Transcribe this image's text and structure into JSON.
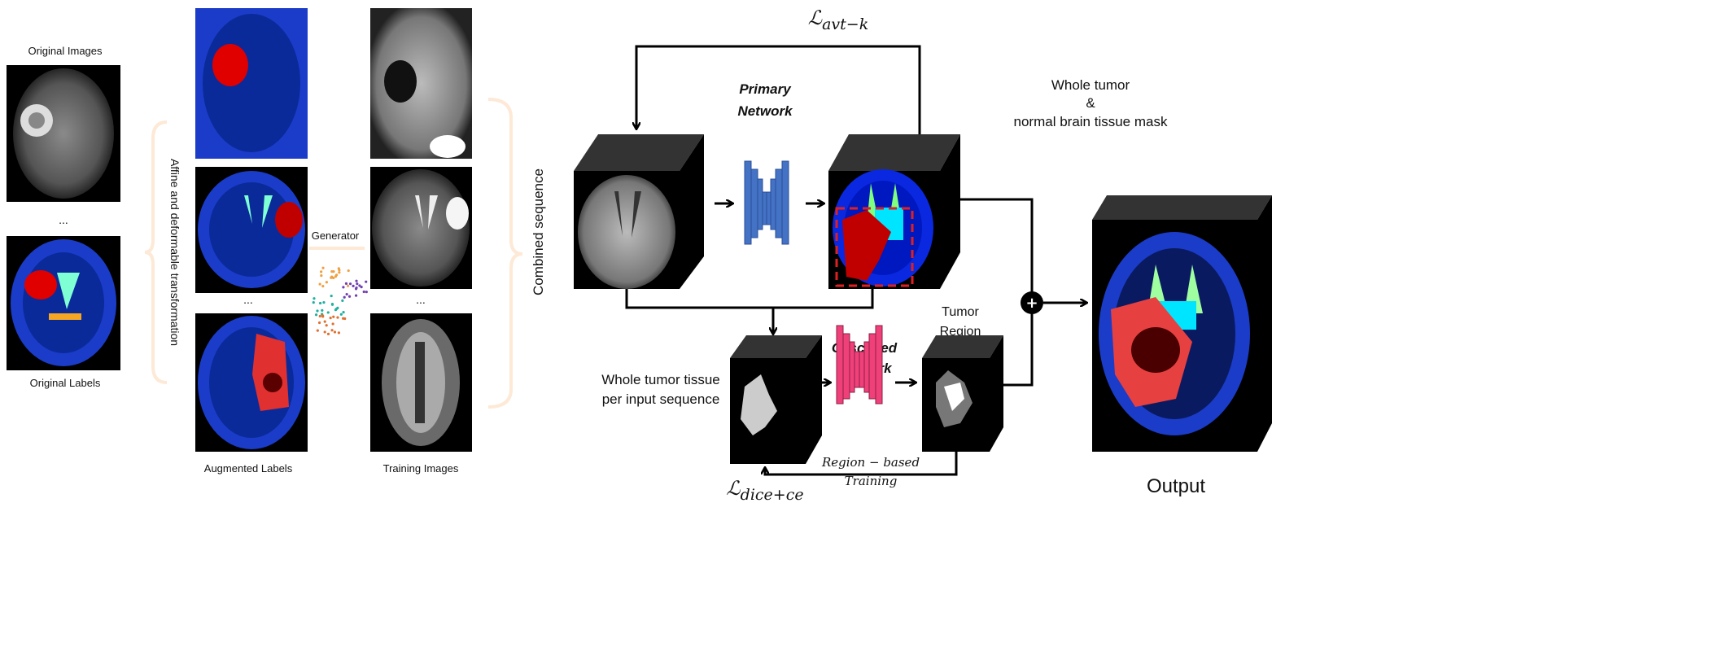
{
  "left": {
    "original_images_label": "Original Images",
    "ellipsis_1": "...",
    "original_labels_label": "Original Labels",
    "transformation_label": "Affine and deformable transformation",
    "augmented_labels_label": "Augmented Labels",
    "ellipsis_2": "...",
    "generator_label": "Generator",
    "training_images_label": "Training Images",
    "ellipsis_3": "..."
  },
  "pipeline": {
    "loss_top": {
      "symbol": "ℒ",
      "subscript": "avt−k"
    },
    "combined_sequence_label": "Combined sequence",
    "primary_network_label": [
      "Primary",
      "Network"
    ],
    "mask_label": [
      "Whole tumor",
      "&",
      "normal brain tissue mask"
    ],
    "whole_tumor_tissue_label": [
      "Whole tumor tissue",
      "per input sequence"
    ],
    "cascaded_network_label": [
      "Cascaded",
      "Network"
    ],
    "tumor_region_label": [
      "Tumor",
      "Region"
    ],
    "region_training_label": [
      "Region − based",
      "Training"
    ],
    "loss_bottom": {
      "symbol": "ℒ",
      "subscript": "dice+ce"
    },
    "combine_symbol": "+",
    "output_label": "Output"
  },
  "colors": {
    "primary_network": "#4472c4",
    "cascaded_network": "#f0407a",
    "brace": "#fde9d6",
    "brain_blue": "#1a3cc8",
    "tumor_red": "#c00000",
    "cube_top": "#333333"
  }
}
